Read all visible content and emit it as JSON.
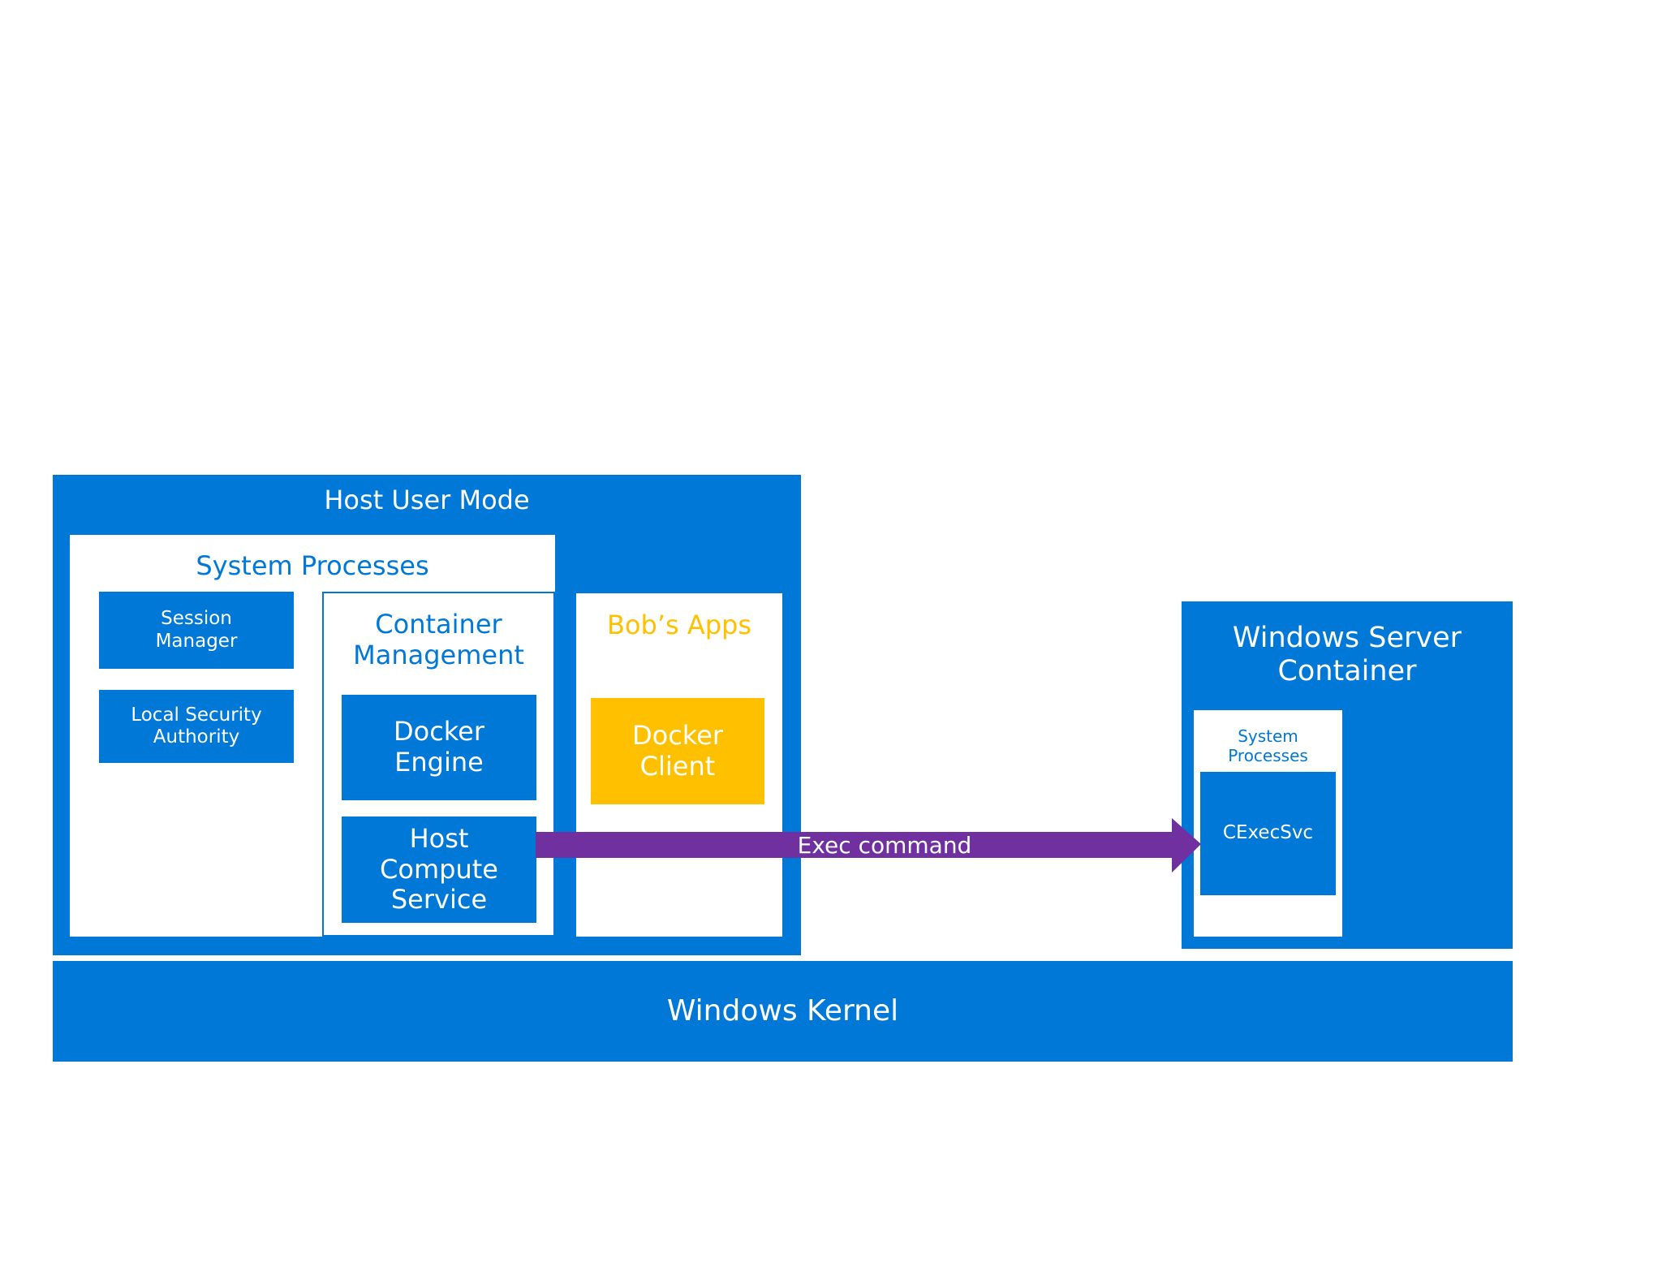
{
  "host_user_mode": {
    "title": "Host User Mode",
    "system_processes": {
      "title": "System Processes",
      "session_manager": "Session\nManager",
      "local_security_authority": "Local Security\nAuthority"
    },
    "container_management": {
      "title": "Container\nManagement",
      "docker_engine": "Docker\nEngine",
      "host_compute_service": "Host\nCompute\nService"
    },
    "bobs_apps": {
      "title": "Bob’s Apps",
      "docker_client": "Docker\nClient"
    }
  },
  "arrow": {
    "label": "Exec command"
  },
  "windows_server_container": {
    "title": "Windows Server\nContainer",
    "system_processes": "System\nProcesses",
    "cexecsvc": "CExecSvc"
  },
  "windows_kernel": {
    "title": "Windows Kernel"
  },
  "colors": {
    "blue": "#0078d7",
    "yellow": "#ffc000",
    "purple": "#7030a0",
    "white": "#ffffff"
  }
}
